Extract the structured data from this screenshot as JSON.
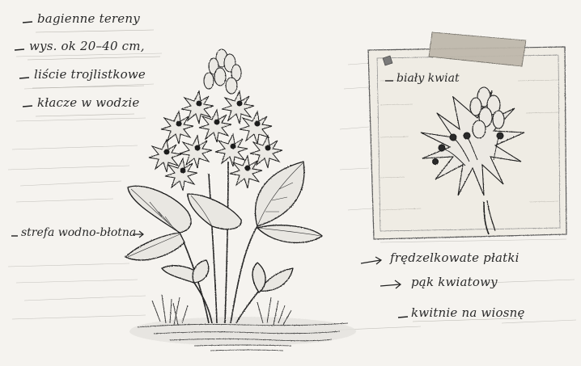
{
  "notes_left": [
    {
      "label": "bagienne tereny"
    },
    {
      "label": "wys. ok 20–40 cm,"
    },
    {
      "label": "liście trojlistkowe"
    },
    {
      "label": "kłacze w wodzie"
    }
  ],
  "zone_label": "strefa wodno-błotna",
  "card_label": "biały kwiat",
  "notes_right": [
    {
      "label": "frędzelkowate płatki"
    },
    {
      "label": "pąk kwiatowy"
    },
    {
      "label": "kwitnie na wiosnę"
    }
  ],
  "colors": {
    "ink": "#2a2a2a",
    "paper": "#f5f3ef",
    "card": "#efece4",
    "tape": "#bdb7aa"
  }
}
